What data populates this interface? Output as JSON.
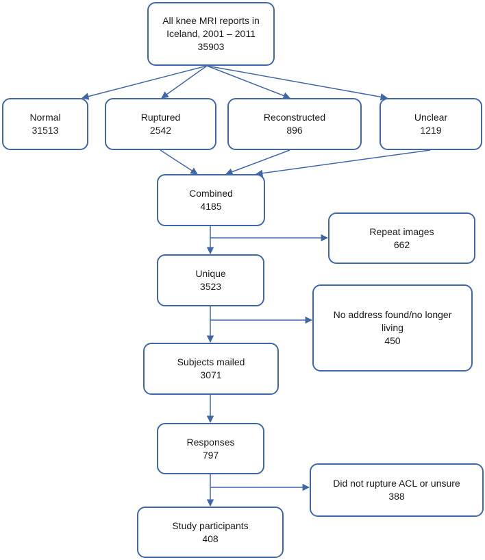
{
  "colors": {
    "stroke": "#3f67a8",
    "text": "#1a1a1a",
    "background": "#ffffff"
  },
  "nodes": {
    "all_reports": {
      "lines": [
        "All knee MRI reports in",
        "Iceland, 2001 – 2011"
      ],
      "value": "35903"
    },
    "normal": {
      "label": "Normal",
      "value": "31513"
    },
    "ruptured": {
      "label": "Ruptured",
      "value": "2542"
    },
    "reconstructed": {
      "label": "Reconstructed",
      "value": "896"
    },
    "unclear": {
      "label": "Unclear",
      "value": "1219"
    },
    "combined": {
      "label": "Combined",
      "value": "4185"
    },
    "repeat_images": {
      "label": "Repeat images",
      "value": "662"
    },
    "unique": {
      "label": "Unique",
      "value": "3523"
    },
    "no_address": {
      "lines": [
        "No address found/no longer",
        "living"
      ],
      "value": "450"
    },
    "subjects_mailed": {
      "label": "Subjects mailed",
      "value": "3071"
    },
    "responses": {
      "label": "Responses",
      "value": "797"
    },
    "did_not_rupture": {
      "label": "Did not rupture ACL or unsure",
      "value": "388"
    },
    "study_participants": {
      "label": "Study participants",
      "value": "408"
    }
  }
}
